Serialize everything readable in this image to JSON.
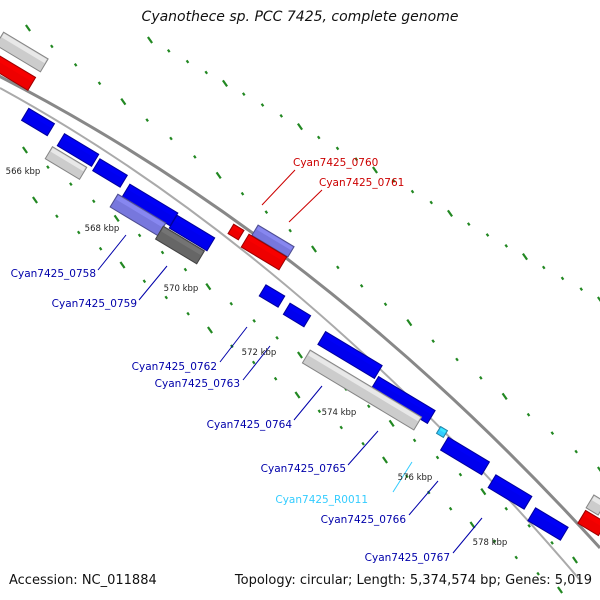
{
  "title": "Cyanothece sp. PCC 7425, complete genome",
  "footer": {
    "accession": "Accession: NC_011884",
    "topology": "Topology: circular; Length: 5,374,574 bp; Genes: 5,019"
  },
  "colors": {
    "forward_gene": "#0000ee",
    "reverse_gene": "#cccccc",
    "rna_gene": "#ee0000",
    "pseudogene": "#7777dd",
    "trna": "#33ccff",
    "label_blue": "#0000aa",
    "label_red": "#cc0000",
    "label_cyan": "#33ccff",
    "gc_tick": "#228822",
    "backbone": "#888888"
  },
  "scale_labels": [
    "566 kbp",
    "568 kbp",
    "570 kbp",
    "572 kbp",
    "574 kbp",
    "576 kbp",
    "578 kbp"
  ],
  "gene_labels": [
    {
      "name": "Cyan7425_0760",
      "color": "red"
    },
    {
      "name": "Cyan7425_0761",
      "color": "red"
    },
    {
      "name": "Cyan7425_0758",
      "color": "blue"
    },
    {
      "name": "Cyan7425_0759",
      "color": "blue"
    },
    {
      "name": "Cyan7425_0762",
      "color": "blue"
    },
    {
      "name": "Cyan7425_0763",
      "color": "blue"
    },
    {
      "name": "Cyan7425_0764",
      "color": "blue"
    },
    {
      "name": "Cyan7425_0765",
      "color": "blue"
    },
    {
      "name": "Cyan7425_R0011",
      "color": "cyan"
    },
    {
      "name": "Cyan7425_0766",
      "color": "blue"
    },
    {
      "name": "Cyan7425_0767",
      "color": "blue"
    }
  ]
}
